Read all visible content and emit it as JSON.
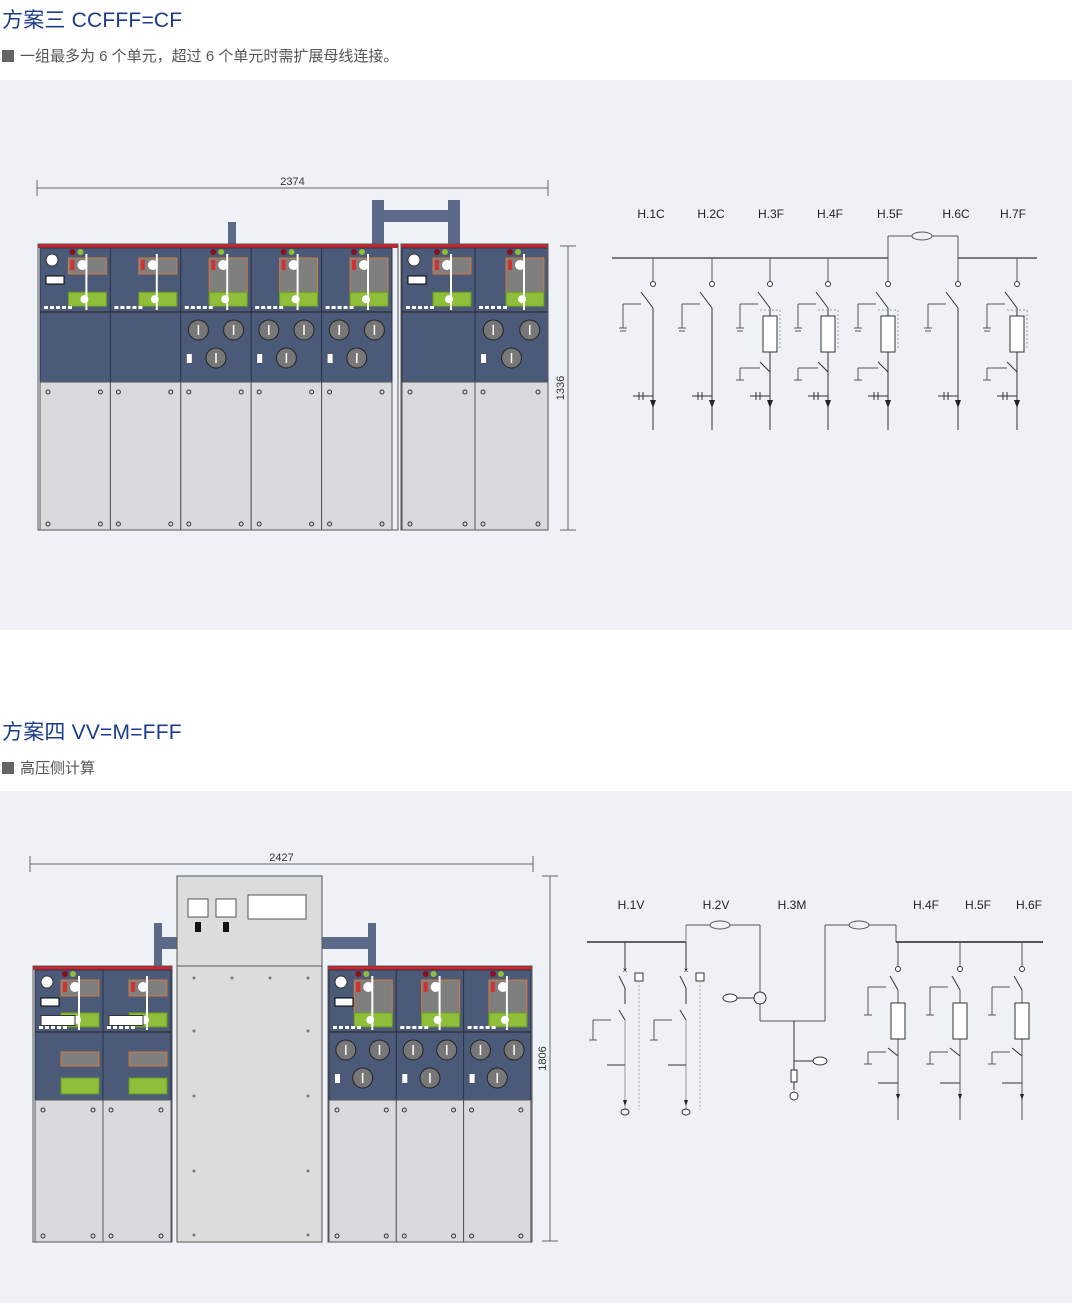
{
  "section1": {
    "title": "方案三 CCFFF=CF",
    "subtitle": "一组最多为 6 个单元，超过 6 个单元时需扩展母线连接。",
    "width_dim": "2374",
    "height_dim": "1336",
    "units": [
      "H.1C",
      "H.2C",
      "H.3F",
      "H.4F",
      "H.5F",
      "H.6C",
      "H.7F"
    ]
  },
  "section2": {
    "title": "方案四 VV=M=FFF",
    "subtitle": "高压侧计算",
    "width_dim": "2427",
    "height_dim": "1806",
    "units": [
      "H.1V",
      "H.2V",
      "H.3M",
      "H.4F",
      "H.5F",
      "H.6F"
    ]
  },
  "colors": {
    "title": "#1b3c8c",
    "panel_bg": "#eef2f6",
    "cabinet_dark": "#4a5a78",
    "cabinet_light": "#d9dadc",
    "accent_red": "#d0202a"
  }
}
